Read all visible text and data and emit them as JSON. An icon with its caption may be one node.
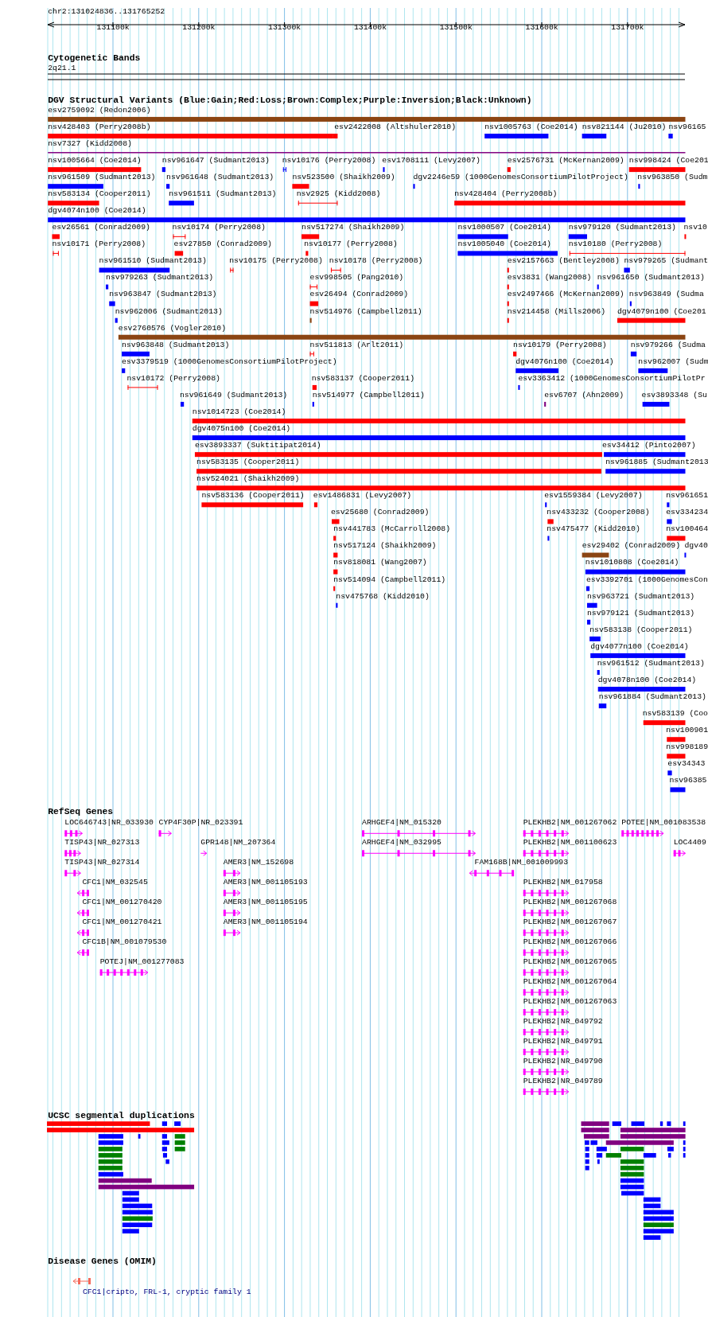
{
  "diagram": {
    "labels": [
      "chr2:131024836..131765252",
      "131100k",
      "131200k",
      "131300k",
      "131400k",
      "131500k",
      "131600k",
      "131700k",
      "Cytogenetic Bands",
      "2q21.1",
      "DGV Structural Variants (Blue:Gain;Red:Loss;Brown:Complex;Purple:Inversion;Black:Unknown)",
      "esv2759092 (Redon2006)",
      "nsv428403 (Perry2008b)",
      "esv2422008 (Altshuler2010)",
      "nsv1005763 (Coe2014)",
      "nsv821144 (Ju2010)",
      "nsv96165",
      "nsv7327 (Kidd2008)",
      "nsv1005664 (Coe2014)",
      "nsv961647 (Sudmant2013)",
      "nsv10176 (Perry2008)",
      "esv1708111 (Levy2007)",
      "esv2576731 (McKernan2009)",
      "nsv998424 (Coe201",
      "nsv961509 (Sudmant2013)",
      "nsv961648 (Sudmant2013)",
      "nsv523500 (Shaikh2009)",
      "dgv2246e59 (1000GenomesConsortiumPilotProject)",
      "nsv963850 (Sudm",
      "nsv583134 (Cooper2011)",
      "nsv961511 (Sudmant2013)",
      "nsv2925 (Kidd2008)",
      "nsv428404 (Perry2008b)",
      "dgv4074n100 (Coe2014)",
      "esv26561 (Conrad2009)",
      "nsv10174 (Perry2008)",
      "nsv517274 (Shaikh2009)",
      "nsv1000507 (Coe2014)",
      "nsv979120 (Sudmant2013)",
      "nsv10",
      "nsv10171 (Perry2008)",
      "esv27850 (Conrad2009)",
      "nsv10177 (Perry2008)",
      "nsv1005040 (Coe2014)",
      "nsv10180 (Perry2008)",
      "nsv961510 (Sudmant2013)",
      "nsv10175 (Perry2008)",
      "nsv10178 (Perry2008)",
      "esv2157663 (Bentley2008)",
      "nsv979265 (Sudmant",
      "nsv979263 (Sudmant2013)",
      "esv998505 (Pang2010)",
      "esv3831 (Wang2008)",
      "nsv961650 (Sudmant2013)",
      "nsv963847 (Sudmant2013)",
      "esv26494 (Conrad2009)",
      "esv2497466 (McKernan2009)",
      "nsv963849 (Sudma",
      "nsv962006 (Sudmant2013)",
      "nsv514976 (Campbell2011)",
      "nsv214458 (Mills2006)",
      "dgv4079n100 (Coe201",
      "esv2760576 (Vogler2010)",
      "nsv963848 (Sudmant2013)",
      "nsv511813 (Arlt2011)",
      "nsv10179 (Perry2008)",
      "nsv979266 (Sudma",
      "esv3379519 (1000GenomesConsortiumPilotProject)",
      "dgv4076n100 (Coe2014)",
      "nsv962007 (Sudm",
      "nsv10172 (Perry2008)",
      "nsv583137 (Cooper2011)",
      "esv3363412 (1000GenomesConsortiumPilotPr",
      "nsv961649 (Sudmant2013)",
      "nsv514977 (Campbell2011)",
      "esv6707 (Ahn2009)",
      "esv3893348 (Su",
      "nsv1014723 (Coe2014)",
      "dgv4075n100 (Coe2014)",
      "esv3893337 (Suktitipat2014)",
      "esv34412 (Pinto2007)",
      "nsv583135 (Cooper2011)",
      "nsv961885 (Sudmant2013",
      "nsv524021 (Shaikh2009)",
      "nsv583136 (Cooper2011)",
      "esv1486831 (Levy2007)",
      "esv1559384 (Levy2007)",
      "nsv961651",
      "esv25680 (Conrad2009)",
      "nsv433232 (Cooper2008)",
      "esv334234",
      "nsv441783 (McCarroll2008)",
      "nsv475477 (Kidd2010)",
      "nsv100464",
      "nsv517124 (Shaikh2009)",
      "esv29402 (Conrad2009)",
      "dgv40",
      "nsv818081 (Wang2007)",
      "nsv1010808 (Coe2014)",
      "nsv514094 (Campbell2011)",
      "esv3392701 (1000GenomesCon",
      "nsv475768 (Kidd2010)",
      "nsv963721 (Sudmant2013)",
      "nsv979121 (Sudmant2013)",
      "nsv583138 (Cooper2011)",
      "dgv4077n100 (Coe2014)",
      "nsv961512 (Sudmant2013)",
      "dgv4078n100 (Coe2014)",
      "nsv961884 (Sudmant2013)",
      "nsv583139 (Coo",
      "nsv100901",
      "nsv998189",
      "esv34343",
      "nsv96385",
      "RefSeq Genes",
      "LOC646743|NR_033930",
      "CYP4F30P|NR_023391",
      "ARHGEF4|NM_015320",
      "PLEKHB2|NM_001267062",
      "POTEE|NM_001083538",
      "TISP43|NR_027313",
      "GPR148|NM_207364",
      "ARHGEF4|NM_032995",
      "PLEKHB2|NM_001100623",
      "LOC4409",
      "TISP43|NR_027314",
      "AMER3|NM_152698",
      "FAM168B|NM_001009993",
      "CFC1|NM_032545",
      "AMER3|NM_001105193",
      "PLEKHB2|NM_017958",
      "CFC1|NM_001270420",
      "AMER3|NM_001105195",
      "PLEKHB2|NM_001267068",
      "CFC1|NM_001270421",
      "AMER3|NM_001105194",
      "PLEKHB2|NM_001267067",
      "CFC1B|NM_001079530",
      "PLEKHB2|NM_001267066",
      "POTEJ|NM_001277083",
      "PLEKHB2|NM_001267065",
      "PLEKHB2|NM_001267064",
      "PLEKHB2|NM_001267063",
      "PLEKHB2|NR_049792",
      "PLEKHB2|NR_049791",
      "PLEKHB2|NR_049790",
      "PLEKHB2|NR_049789",
      "UCSC segmental duplications",
      "Disease Genes (OMIM)",
      "CFC1|cripto, FRL-1, cryptic family 1"
    ]
  }
}
